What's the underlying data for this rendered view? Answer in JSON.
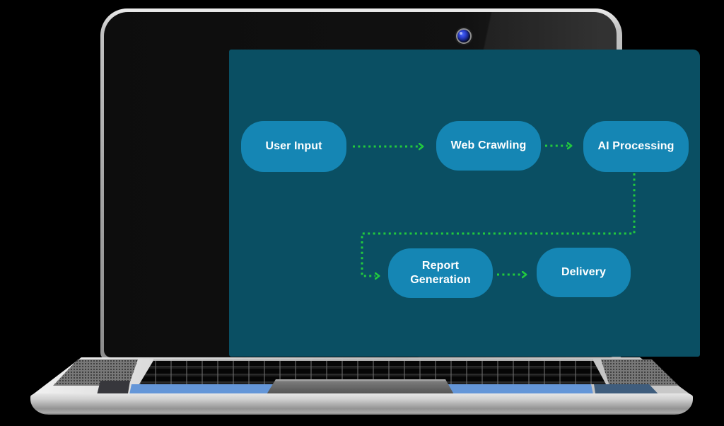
{
  "diagram": {
    "type": "flowchart",
    "nodes": [
      {
        "id": "user-input",
        "label": "User Input"
      },
      {
        "id": "web-crawling",
        "label": "Web Crawling"
      },
      {
        "id": "ai-processing",
        "label": "AI Processing"
      },
      {
        "id": "report-generation",
        "label": "Report Generation"
      },
      {
        "id": "delivery",
        "label": "Delivery"
      }
    ],
    "edges": [
      {
        "from": "User Input",
        "to": "Web Crawling",
        "style": "dotted-arrow"
      },
      {
        "from": "Web Crawling",
        "to": "AI Processing",
        "style": "dotted-arrow"
      },
      {
        "from": "AI Processing",
        "to": "Report Generation",
        "style": "dotted-arrow"
      },
      {
        "from": "Report Generation",
        "to": "Delivery",
        "style": "dotted-arrow"
      }
    ]
  },
  "colors": {
    "background": "#000000",
    "screen_bg": "#0a4f63",
    "node_fill": "#1586b4",
    "node_text": "#ffffff",
    "arrow_green": "#22c93e",
    "deck_blue_strip": "#6496d8"
  },
  "icons": {
    "webcam": "webcam-lens"
  }
}
